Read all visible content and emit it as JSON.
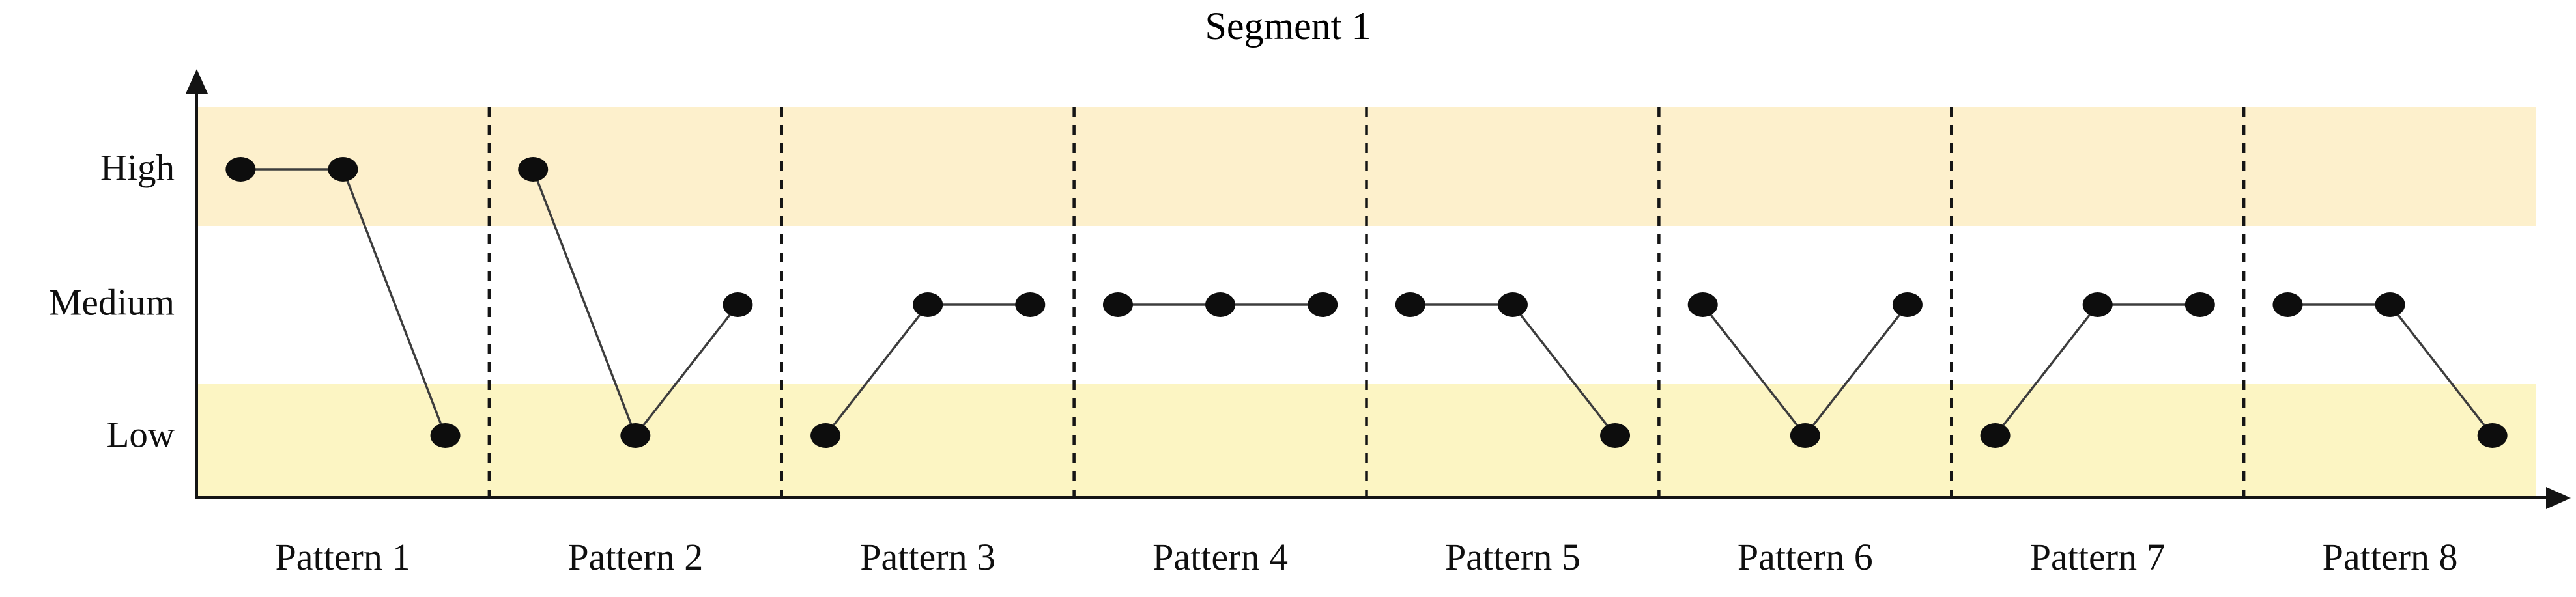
{
  "title": "Segment 1",
  "y_axis": {
    "labels": [
      "High",
      "Medium",
      "Low"
    ]
  },
  "x_axis": {
    "labels": [
      "Pattern 1",
      "Pattern 2",
      "Pattern 3",
      "Pattern 4",
      "Pattern 5",
      "Pattern 6",
      "Pattern 7",
      "Pattern 8"
    ]
  },
  "chart_data": {
    "type": "line",
    "title": "Segment 1",
    "y_levels": [
      "Low",
      "Medium",
      "High"
    ],
    "points_per_segment": 3,
    "grid": "off",
    "legend": "none",
    "segments": [
      {
        "label": "Pattern 1",
        "values": [
          "High",
          "High",
          "Low"
        ]
      },
      {
        "label": "Pattern 2",
        "values": [
          "High",
          "Low",
          "Medium"
        ]
      },
      {
        "label": "Pattern 3",
        "values": [
          "Low",
          "Medium",
          "Medium"
        ]
      },
      {
        "label": "Pattern 4",
        "values": [
          "Medium",
          "Medium",
          "Medium"
        ]
      },
      {
        "label": "Pattern 5",
        "values": [
          "Medium",
          "Medium",
          "Low"
        ]
      },
      {
        "label": "Pattern 6",
        "values": [
          "Medium",
          "Low",
          "Medium"
        ]
      },
      {
        "label": "Pattern 7",
        "values": [
          "Low",
          "Medium",
          "Medium"
        ]
      },
      {
        "label": "Pattern 8",
        "values": [
          "Medium",
          "Medium",
          "Low"
        ]
      }
    ],
    "colors": {
      "high_band": "#FDF0CC",
      "low_band": "#FCF5C3",
      "marker": "#0d0d0d",
      "line": "#3d3d3d",
      "axis": "#141414",
      "separator": "#151515"
    }
  }
}
